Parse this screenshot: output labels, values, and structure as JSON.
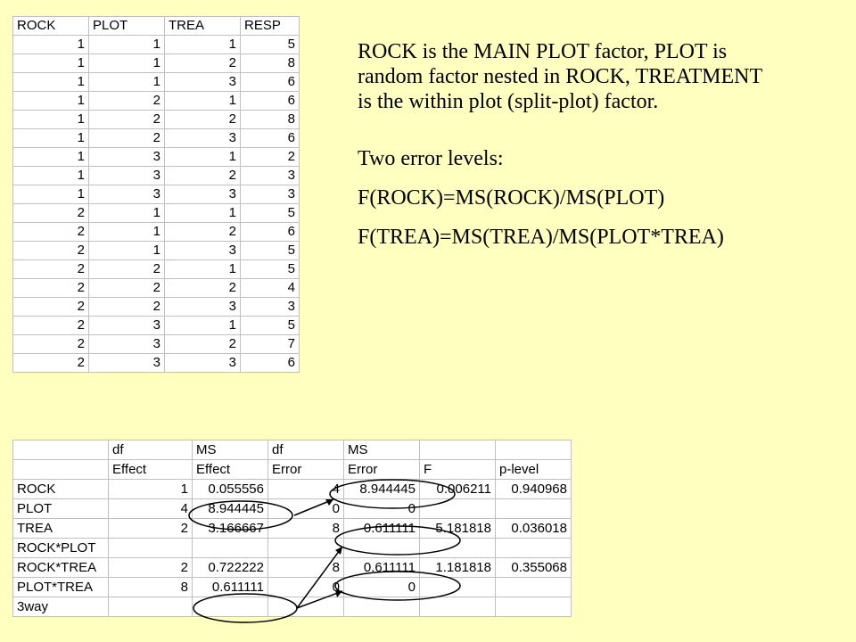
{
  "data_table": {
    "headers": [
      "ROCK",
      "PLOT",
      "TREA",
      "RESP"
    ],
    "rows": [
      [
        "1",
        "1",
        "1",
        "5"
      ],
      [
        "1",
        "1",
        "2",
        "8"
      ],
      [
        "1",
        "1",
        "3",
        "6"
      ],
      [
        "1",
        "2",
        "1",
        "6"
      ],
      [
        "1",
        "2",
        "2",
        "8"
      ],
      [
        "1",
        "2",
        "3",
        "6"
      ],
      [
        "1",
        "3",
        "1",
        "2"
      ],
      [
        "1",
        "3",
        "2",
        "3"
      ],
      [
        "1",
        "3",
        "3",
        "3"
      ],
      [
        "2",
        "1",
        "1",
        "5"
      ],
      [
        "2",
        "1",
        "2",
        "6"
      ],
      [
        "2",
        "1",
        "3",
        "5"
      ],
      [
        "2",
        "2",
        "1",
        "5"
      ],
      [
        "2",
        "2",
        "2",
        "4"
      ],
      [
        "2",
        "2",
        "3",
        "3"
      ],
      [
        "2",
        "3",
        "1",
        "5"
      ],
      [
        "2",
        "3",
        "2",
        "7"
      ],
      [
        "2",
        "3",
        "3",
        "6"
      ]
    ]
  },
  "notes": {
    "paragraph": "ROCK is the MAIN PLOT factor, PLOT is random factor nested in ROCK, TREATMENT is the within plot (split-plot) factor.",
    "error_levels_title": "Two error levels:",
    "formula_rock": "F(ROCK)=MS(ROCK)/MS(PLOT)",
    "formula_trea": "F(TREA)=MS(TREA)/MS(PLOT*TREA)"
  },
  "anova_table": {
    "header_row1": [
      "",
      "df",
      "MS",
      "df",
      "MS",
      "",
      ""
    ],
    "header_row2": [
      "",
      "Effect",
      "Effect",
      "Error",
      "Error",
      "F",
      "p-level"
    ],
    "rows": [
      [
        "ROCK",
        "1",
        "0.055556",
        "4",
        "8.944445",
        "0.006211",
        "0.940968"
      ],
      [
        "PLOT",
        "4",
        "8.944445",
        "0",
        "0",
        "",
        ""
      ],
      [
        "TREA",
        "2",
        "3.166667",
        "8",
        "0.611111",
        "5.181818",
        "0.036018"
      ],
      [
        "ROCK*PLOT",
        "",
        "",
        "",
        "",
        "",
        ""
      ],
      [
        "ROCK*TREA",
        "2",
        "0.722222",
        "8",
        "0.611111",
        "1.181818",
        "0.355068"
      ],
      [
        "PLOT*TREA",
        "8",
        "0.611111",
        "0",
        "0",
        "",
        ""
      ],
      [
        "3way",
        "",
        "",
        "",
        "",
        "",
        ""
      ]
    ]
  },
  "colors": {
    "background": "#ffffc0",
    "cell_background": "#ffffff",
    "grid_lines": "#c0c0c0",
    "annotation": "#000000"
  }
}
